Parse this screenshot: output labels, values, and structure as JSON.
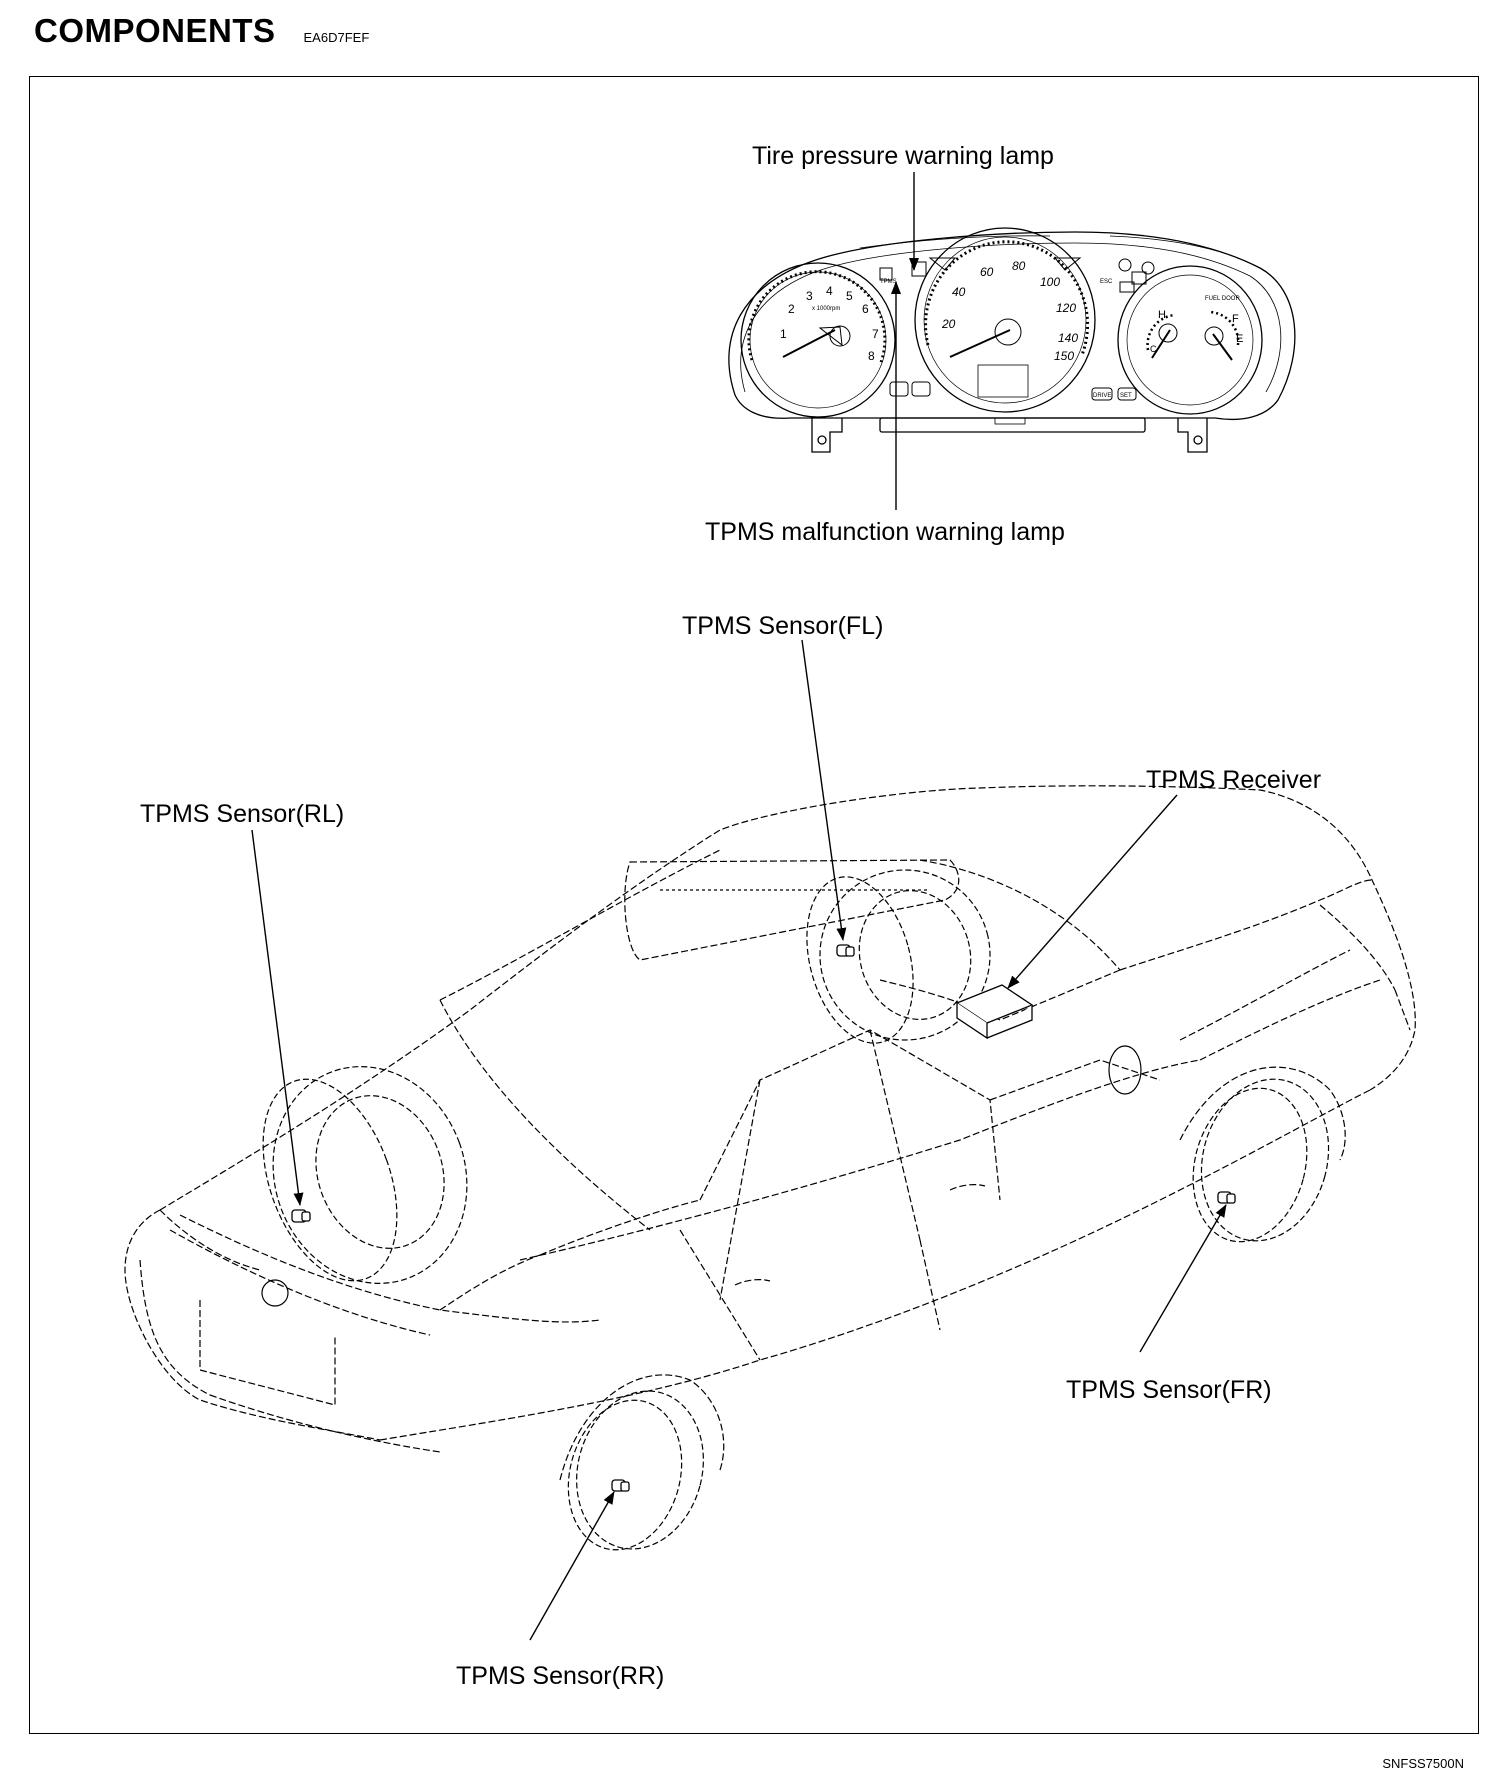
{
  "header": {
    "title": "COMPONENTS",
    "code": "EA6D7FEF"
  },
  "labels": {
    "tire_pressure_lamp": "Tire pressure warning lamp",
    "tpms_malfunction_lamp": "TPMS malfunction warning lamp",
    "sensor_fl": "TPMS Sensor(FL)",
    "receiver": "TPMS Receiver",
    "sensor_rl": "TPMS Sensor(RL)",
    "sensor_fr": "TPMS Sensor(FR)",
    "sensor_rr": "TPMS Sensor(RR)"
  },
  "cluster": {
    "tach_ticks": [
      "1",
      "2",
      "3",
      "4",
      "5",
      "6",
      "7",
      "8"
    ],
    "tach_unit": "x 1000rpm",
    "speed_ticks": [
      "20",
      "40",
      "60",
      "80",
      "100",
      "120",
      "140",
      "150"
    ],
    "fuel_label": "FUEL DOOR",
    "temp_labels": [
      "H",
      "C"
    ],
    "fuel_marks": [
      "F",
      "E"
    ],
    "lamp_texts": [
      "TPMS",
      "ESC",
      "DRIVE",
      "SET"
    ]
  },
  "figure_code": "SNFSS7500N"
}
